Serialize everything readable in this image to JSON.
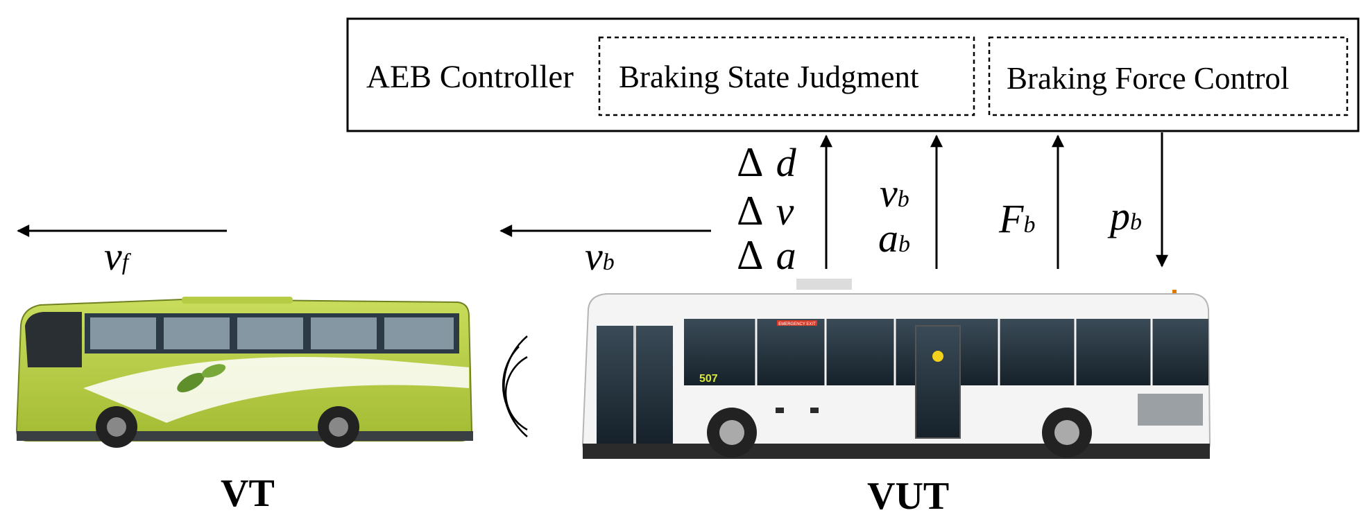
{
  "controller": {
    "title": "AEB Controller",
    "modules": [
      "Braking State Judgment",
      "Braking Force Control"
    ]
  },
  "signals": {
    "delta_inputs": [
      {
        "symbol": "Δ",
        "var": "d"
      },
      {
        "symbol": "Δ",
        "var": "v"
      },
      {
        "symbol": "Δ",
        "var": "a"
      }
    ],
    "ego_inputs": [
      {
        "var": "v",
        "sub": "b"
      },
      {
        "var": "a",
        "sub": "b"
      }
    ],
    "force_input": {
      "var": "F",
      "sub": "b"
    },
    "pressure_output": {
      "var": "p",
      "sub": "b"
    }
  },
  "motion": {
    "target_velocity": {
      "var": "v",
      "sub": "f"
    },
    "ego_velocity": {
      "var": "v",
      "sub": "b"
    }
  },
  "vehicles": {
    "target": {
      "label": "VT",
      "bus_number": "",
      "color": "#b7cf45"
    },
    "ego": {
      "label": "VUT",
      "bus_number": "507",
      "sign": "EMERGENCY EXIT",
      "color": "#f4f4f4"
    }
  },
  "colors": {
    "line": "#000000",
    "window": "#1d2a33",
    "wheel": "#222222"
  }
}
